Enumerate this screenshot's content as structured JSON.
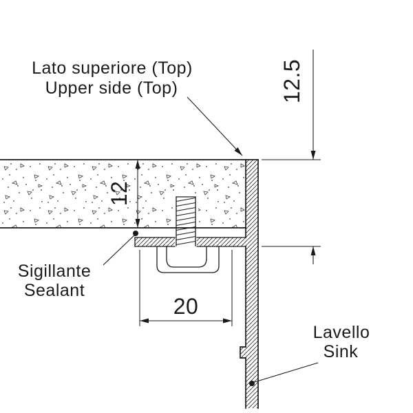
{
  "drawing": {
    "labels": {
      "top_side_line1": "Lato superiore (Top)",
      "top_side_line2": "Upper side (Top)",
      "sealant_line1": "Sigillante",
      "sealant_line2": "Sealant",
      "sink_line1": "Lavello",
      "sink_line2": "Sink"
    },
    "dimensions": {
      "rim_depth": "12.5",
      "top_thickness": "12",
      "clamp_width": "20"
    },
    "colors": {
      "line": "#1a1a1a",
      "background": "#ffffff"
    }
  }
}
